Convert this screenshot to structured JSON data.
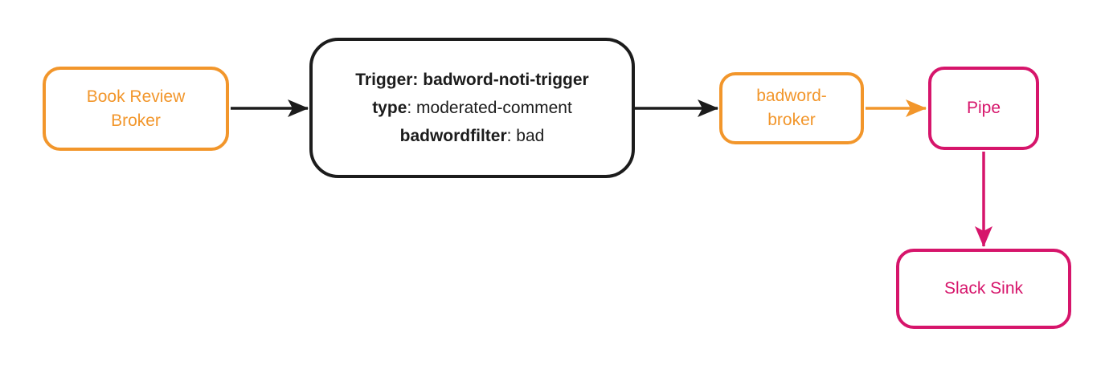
{
  "diagram": {
    "nodes": {
      "book_review_broker": {
        "label": "Book Review Broker"
      },
      "trigger": {
        "title": "Trigger: badword-noti-trigger",
        "attributes": [
          {
            "key": "type",
            "value": ": moderated-comment"
          },
          {
            "key": "badwordfilter",
            "value": ": bad"
          }
        ]
      },
      "badword_broker": {
        "label": "badword-broker"
      },
      "pipe": {
        "label": "Pipe"
      },
      "slack_sink": {
        "label": "Slack Sink"
      }
    },
    "colors": {
      "ink": "#1c1c1c",
      "orange": "#f2962b",
      "pink": "#d6156b"
    }
  }
}
